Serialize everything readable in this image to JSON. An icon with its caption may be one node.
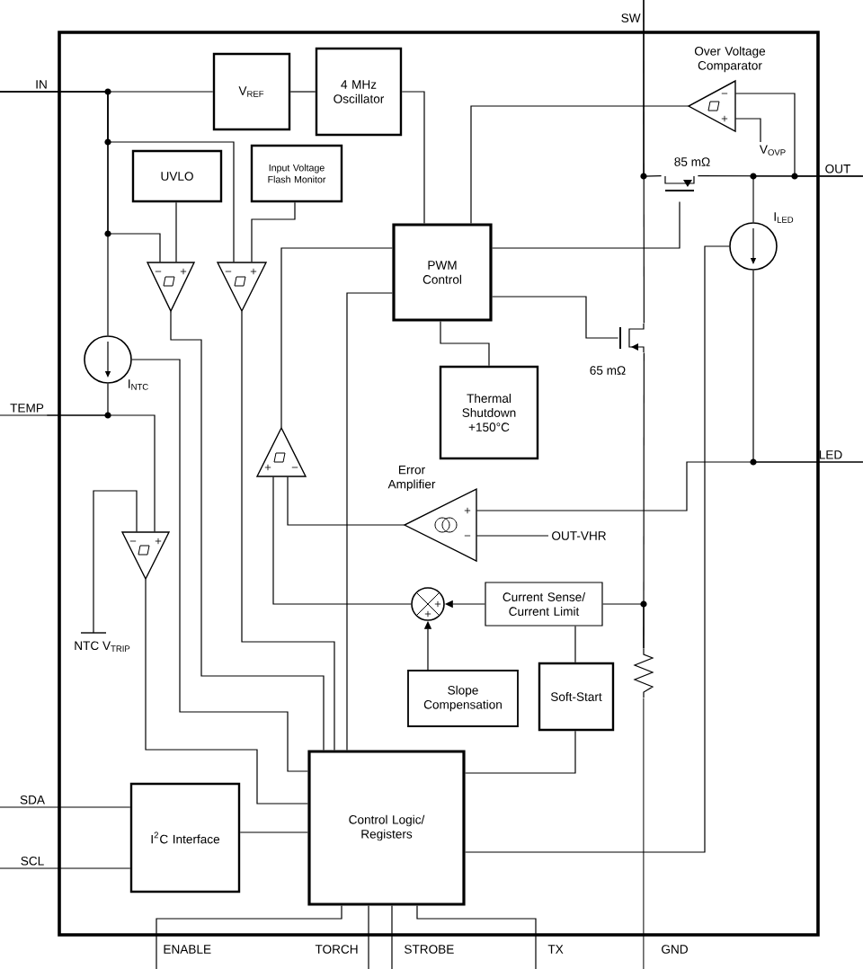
{
  "diagram": {
    "nodes": [
      {
        "text": [
          "SW"
        ]
      },
      {
        "text": [
          "IN"
        ]
      },
      {
        "text": [
          "V$_{REF}$"
        ]
      },
      {
        "text": [
          "4 MHz Oscillator"
        ]
      },
      {
        "text": [
          "Over Voltage Comparator"
        ]
      },
      {
        "text": [
          "V$_{OVP}$"
        ]
      },
      {
        "text": [
          "OUT"
        ]
      },
      {
        "text": [],
        "shape": "transistor",
        "beside": [
          "85 mΩ"
        ]
      },
      {
        "text": [
          "UVLO"
        ]
      },
      {
        "text": [
          "Input Voltage Flash Monitor"
        ]
      },
      {
        "text": [
          "PWM Control"
        ]
      },
      {
        "text": [],
        "shape": "triangle"
      },
      {
        "text": [],
        "shape": "triangle"
      },
      {
        "text": [],
        "shape": "circle",
        "beside": [
          "I$_{LED}$"
        ]
      },
      {
        "text": [],
        "shape": "transistor",
        "beside": [
          "65 mΩ"
        ]
      },
      {
        "text": [],
        "shape": "circle",
        "beside": [
          "I$_{NTC}$"
        ]
      },
      {
        "text": [
          "Thermal Shutdown +150°C"
        ]
      },
      {
        "text": [
          "TEMP"
        ]
      },
      {
        "text": [],
        "shape": "triangle"
      },
      {
        "text": [
          "LED"
        ]
      },
      {
        "text": [
          "Error Amplifier"
        ]
      },
      {
        "text": [
          "OUT-VHR"
        ]
      },
      {
        "text": [],
        "shape": "triangle"
      },
      {
        "text": [],
        "shape": "circle"
      },
      {
        "text": [
          "Current Sense/ Current Limit"
        ]
      },
      {
        "text": [
          "NTC V$_{TRIP}$"
        ]
      },
      {
        "text": [],
        "shape": "resistor"
      },
      {
        "text": [
          "Slope Compensation"
        ]
      },
      {
        "text": [
          "Soft-Start"
        ]
      },
      {
        "text": [
          "Control Logic/ Registers"
        ]
      },
      {
        "text": [
          "SDA"
        ]
      },
      {
        "text": [
          "I$^{2}$C Interface"
        ]
      },
      {
        "text": [
          "SCL"
        ]
      },
      {
        "text": [
          "ENABLE"
        ]
      },
      {
        "text": [
          "TORCH"
        ]
      },
      {
        "text": [
          "STROBE"
        ]
      },
      {
        "text": [
          "TX"
        ]
      },
      {
        "text": [
          "GND"
        ]
      }
    ],
    "edges": [
      {
        "from": 1,
        "to": 2,
        "arrow": "none"
      },
      {
        "from": 2,
        "to": 3,
        "arrow": "none"
      },
      {
        "from": 3,
        "to": 10,
        "arrow": "none"
      },
      {
        "from": 1,
        "to": 11,
        "arrow": "none"
      },
      {
        "from": 1,
        "to": 12,
        "arrow": "none"
      },
      {
        "from": 1,
        "to": 15,
        "arrow": "none"
      },
      {
        "from": 8,
        "to": 11,
        "arrow": "none"
      },
      {
        "from": 9,
        "to": 12,
        "arrow": "none"
      },
      {
        "from": 4,
        "to": 10,
        "arrow": "none"
      },
      {
        "from": 6,
        "to": 4,
        "arrow": "none"
      },
      {
        "from": 5,
        "to": 4,
        "arrow": "none"
      },
      {
        "from": 0,
        "to": 7,
        "arrow": "none"
      },
      {
        "from": 7,
        "to": 6,
        "arrow": "none"
      },
      {
        "from": 10,
        "to": 7,
        "arrow": "none"
      },
      {
        "from": 6,
        "to": 13,
        "arrow": "none"
      },
      {
        "from": 13,
        "to": 19,
        "arrow": "none"
      },
      {
        "from": 0,
        "to": 14,
        "arrow": "none"
      },
      {
        "from": 10,
        "to": 14,
        "arrow": "none"
      },
      {
        "from": 10,
        "to": 16,
        "arrow": "none"
      },
      {
        "from": 18,
        "to": 10,
        "arrow": "none"
      },
      {
        "from": 19,
        "to": 20,
        "arrow": "none"
      },
      {
        "from": 21,
        "to": 20,
        "arrow": "none"
      },
      {
        "from": 20,
        "to": 18,
        "arrow": "none"
      },
      {
        "from": 23,
        "to": 18,
        "arrow": "none"
      },
      {
        "from": 24,
        "to": 23,
        "arrow": "to"
      },
      {
        "from": 27,
        "to": 23,
        "arrow": "to"
      },
      {
        "from": 14,
        "to": 26,
        "arrow": "none"
      },
      {
        "from": 24,
        "to": 26,
        "arrow": "none"
      },
      {
        "from": 26,
        "to": 37,
        "arrow": "none"
      },
      {
        "from": 24,
        "to": 28,
        "arrow": "none"
      },
      {
        "from": 28,
        "to": 29,
        "arrow": "none"
      },
      {
        "from": 29,
        "to": 13,
        "arrow": "none"
      },
      {
        "from": 10,
        "to": 29,
        "arrow": "none"
      },
      {
        "from": 11,
        "to": 29,
        "arrow": "none"
      },
      {
        "from": 12,
        "to": 29,
        "arrow": "none"
      },
      {
        "from": 15,
        "to": 29,
        "arrow": "none"
      },
      {
        "from": 22,
        "to": 29,
        "arrow": "none"
      },
      {
        "from": 17,
        "to": 22,
        "arrow": "none"
      },
      {
        "from": 25,
        "to": 22,
        "arrow": "none"
      },
      {
        "from": 15,
        "to": 17,
        "arrow": "none"
      },
      {
        "from": 30,
        "to": 31,
        "arrow": "none"
      },
      {
        "from": 32,
        "to": 31,
        "arrow": "none"
      },
      {
        "from": 31,
        "to": 29,
        "arrow": "none"
      },
      {
        "from": 29,
        "to": 33,
        "arrow": "none"
      },
      {
        "from": 29,
        "to": 34,
        "arrow": "none"
      },
      {
        "from": 29,
        "to": 35,
        "arrow": "none"
      },
      {
        "from": 29,
        "to": 36,
        "arrow": "none"
      }
    ]
  }
}
